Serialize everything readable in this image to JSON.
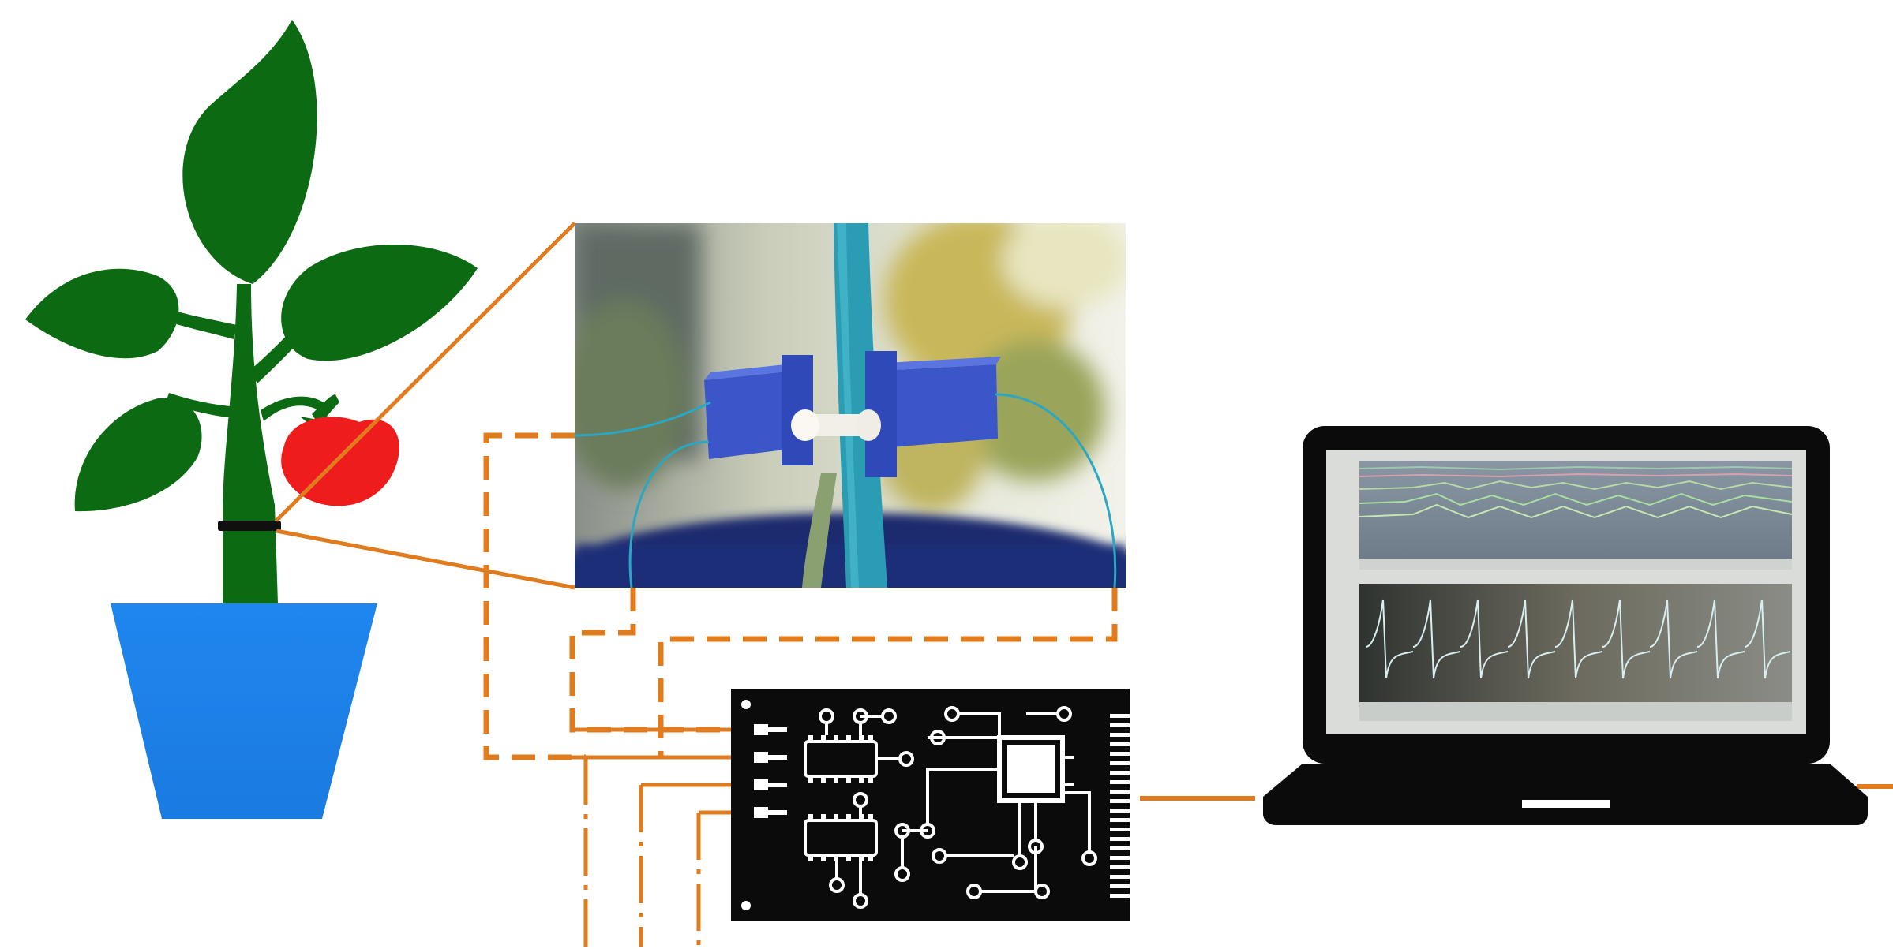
{
  "diagram": {
    "components": [
      {
        "id": "plant",
        "icon": "potted-tomato-plant-icon"
      },
      {
        "id": "sensor-photo",
        "icon": "stem-clip-sensor-photo"
      },
      {
        "id": "circuit-board",
        "icon": "pcb-icon"
      },
      {
        "id": "laptop",
        "icon": "laptop-icon"
      }
    ],
    "connections": [
      {
        "from": "plant",
        "to": "sensor-photo",
        "style": "solid"
      },
      {
        "from": "sensor-photo",
        "to": "circuit-board",
        "style": "dashed"
      },
      {
        "from": "circuit-board",
        "to": "laptop",
        "style": "solid"
      }
    ]
  },
  "colors": {
    "accent_wire": "#e07b1e",
    "leaf_green": "#0c6b12",
    "pot_blue": "#1f86ef",
    "tomato_red": "#ee1c1c",
    "clip_blue": "#3a56c8",
    "stem_teal": "#2a9db5",
    "pcb_black": "#0b0b0b",
    "screen_bg": "#6f7f8c"
  }
}
